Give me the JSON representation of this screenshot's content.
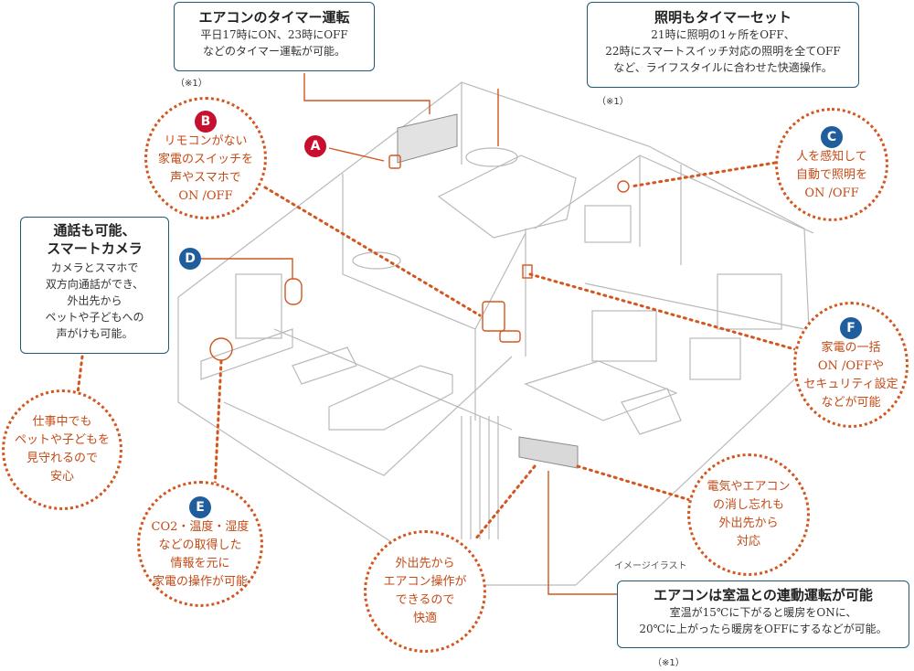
{
  "callouts": {
    "aircon_timer": {
      "title": "エアコンのタイマー運転",
      "line1": "平日17時にON、23時にOFF",
      "line2": "などのタイマー運転が可能。",
      "note": "（※1）"
    },
    "light_timer": {
      "title": "照明もタイマーセット",
      "line1": "21時に照明の1ヶ所をOFF、",
      "line2": "22時にスマートスイッチ対応の照明を全てOFF",
      "line3": "など、ライフスタイルに合わせた快適操作。",
      "note": "（※1）"
    },
    "smart_camera": {
      "title1": "通話も可能、",
      "title2": "スマートカメラ",
      "line1": "カメラとスマホで",
      "line2": "双方向通話ができ、",
      "line3": "外出先から",
      "line4": "ペットや子どもへの",
      "line5": "声がけも可能。"
    },
    "aircon_temp": {
      "title": "エアコンは室温との連動運転が可能",
      "line1": "室温が15℃に下がると暖房をONに、",
      "line2": "20℃に上がったら暖房をOFFにするなどが可能。",
      "note": "（※1）"
    }
  },
  "bubbles": {
    "B": {
      "letter": "B",
      "text": "リモコンがない\n家電のスイッチを\n声やスマホで\nON /OFF"
    },
    "C": {
      "letter": "C",
      "text": "人を感知して\n自動で照明を\nON /OFF"
    },
    "F": {
      "letter": "F",
      "text": "家電の一括\nON /OFFや\nセキュリティ設定\nなどが可能"
    },
    "E": {
      "letter": "E",
      "text": "CO2・温度・湿度\nなどの取得した\n情報を元に\n家電の操作が可能"
    },
    "watch": {
      "text": "仕事中でも\nペットや子どもを\n見守れるので\n安心"
    },
    "remote": {
      "text": "外出先から\nエアコン操作が\nできるので\n快適"
    },
    "forgot": {
      "text": "電気やエアコン\nの消し忘れも\n外出先から\n対応"
    }
  },
  "badges": {
    "A": "A",
    "D": "D"
  },
  "caption": "イメージイラスト",
  "colors": {
    "accent": "#d4561f",
    "badge_red": "#c8102e",
    "badge_blue": "#1f5d9c",
    "box_border": "#1e5a78"
  }
}
